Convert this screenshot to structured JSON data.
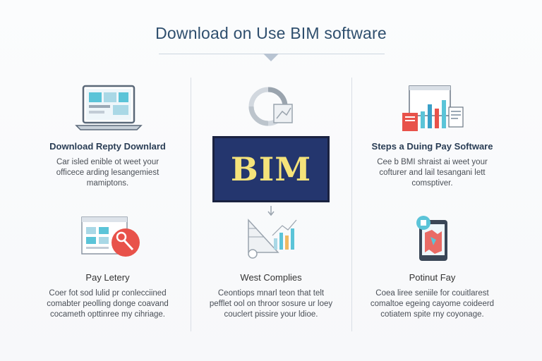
{
  "header": {
    "title": "Download on Use BIM software"
  },
  "center": {
    "badge": "BIM"
  },
  "cards": [
    {
      "heading": "Download Repty Downlard",
      "lines": [
        "Car isled enible ot weet your",
        "officece arding lesangemiest",
        "mamiptons."
      ]
    },
    {
      "heading": "Steps a Duing Pay Software",
      "lines": [
        "Cee b BMI shraist ai weet your",
        "cofturer and lail tesangani lett",
        "comsptiver."
      ]
    },
    {
      "heading": "Pay Letery",
      "lines": [
        "Coer fot sod lulid pr conlecciined",
        "comabter peolling donge coavand",
        "cocameth opttinree my cihriage."
      ]
    },
    {
      "heading": "West Complies",
      "lines": [
        "Ceontiops mnarl teon that telt",
        "pefflet ool on throor sosure ur loey",
        "couclert pissire your ldioe."
      ]
    },
    {
      "heading": "Potinut Fay",
      "lines": [
        "Coea liree seniile for couitlarest",
        "comaltoe egeing cayome coideerd",
        "cotiatem spite rny coyonage."
      ]
    }
  ],
  "colors": {
    "accent_red": "#e8524a",
    "accent_blue": "#5bc4d8",
    "bim_bg": "#24366e",
    "bim_text": "#f5e37a"
  },
  "icons": [
    "laptop-icon",
    "ring-chart-icon",
    "document-chart-icon",
    "browser-search-icon",
    "diagram-chart-icon",
    "tablet-map-icon"
  ]
}
